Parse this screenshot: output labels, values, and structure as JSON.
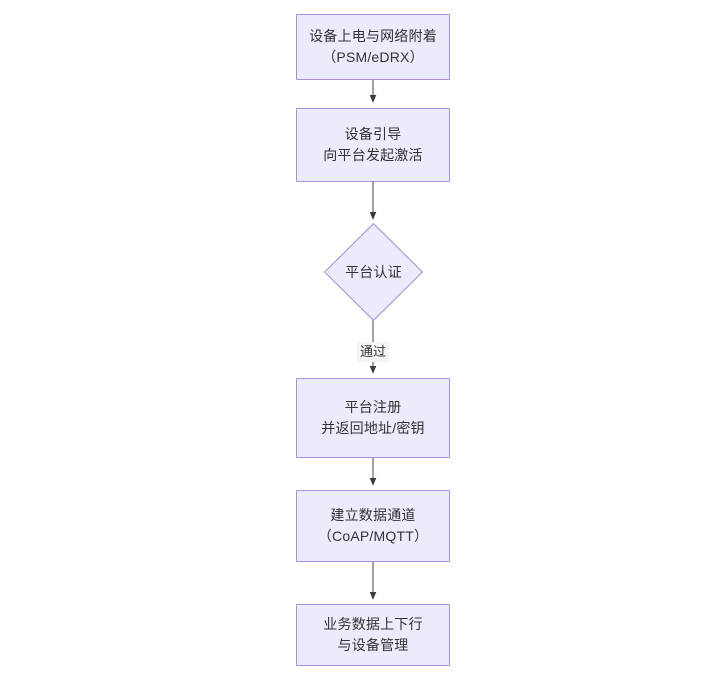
{
  "diagram": {
    "type": "flowchart",
    "orientation": "top-to-bottom",
    "theme": {
      "node_fill": "#ecebfb",
      "node_stroke": "#a98fd6",
      "text_color": "#333333",
      "edge_color": "#555555",
      "edge_label_bg": "#f4f4f4",
      "background": "#ffffff"
    },
    "nodes": [
      {
        "id": "n1",
        "shape": "rect",
        "line1": "设备上电与网络附着",
        "line2": "（PSM/eDRX）"
      },
      {
        "id": "n2",
        "shape": "rect",
        "line1": "设备引导",
        "line2": "向平台发起激活"
      },
      {
        "id": "n3",
        "shape": "diamond",
        "line1": "平台认证",
        "line2": ""
      },
      {
        "id": "n4",
        "shape": "rect",
        "line1": "平台注册",
        "line2": "并返回地址/密钥"
      },
      {
        "id": "n5",
        "shape": "rect",
        "line1": "建立数据通道",
        "line2": "（CoAP/MQTT）"
      },
      {
        "id": "n6",
        "shape": "rect",
        "line1": "业务数据上下行",
        "line2": "与设备管理"
      }
    ],
    "edges": [
      {
        "id": "e1",
        "from": "n1",
        "to": "n2",
        "label": ""
      },
      {
        "id": "e2",
        "from": "n2",
        "to": "n3",
        "label": ""
      },
      {
        "id": "e3",
        "from": "n3",
        "to": "n4",
        "label": "通过"
      },
      {
        "id": "e4",
        "from": "n4",
        "to": "n5",
        "label": ""
      },
      {
        "id": "e5",
        "from": "n5",
        "to": "n6",
        "label": ""
      }
    ]
  }
}
